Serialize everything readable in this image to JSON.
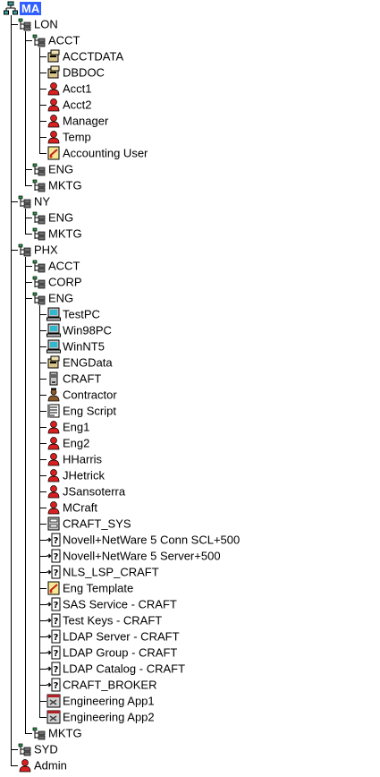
{
  "tree": [
    {
      "label": "MA",
      "icon": "tree-root-icon",
      "selected": true
    },
    {
      "label": "LON",
      "icon": "org-unit-icon"
    },
    {
      "label": "ACCT",
      "icon": "org-unit-icon"
    },
    {
      "label": "ACCTDATA",
      "icon": "volume-icon"
    },
    {
      "label": "DBDOC",
      "icon": "volume-icon"
    },
    {
      "label": "Acct1",
      "icon": "user-icon"
    },
    {
      "label": "Acct2",
      "icon": "user-icon"
    },
    {
      "label": "Manager",
      "icon": "user-icon"
    },
    {
      "label": "Temp",
      "icon": "user-icon"
    },
    {
      "label": "Accounting User",
      "icon": "template-icon"
    },
    {
      "label": "ENG",
      "icon": "org-unit-icon"
    },
    {
      "label": "MKTG",
      "icon": "org-unit-icon"
    },
    {
      "label": "NY",
      "icon": "org-unit-icon"
    },
    {
      "label": "ENG",
      "icon": "org-unit-icon"
    },
    {
      "label": "MKTG",
      "icon": "org-unit-icon"
    },
    {
      "label": "PHX",
      "icon": "org-unit-icon"
    },
    {
      "label": "ACCT",
      "icon": "org-unit-icon"
    },
    {
      "label": "CORP",
      "icon": "org-unit-icon"
    },
    {
      "label": "ENG",
      "icon": "org-unit-icon"
    },
    {
      "label": "TestPC",
      "icon": "workstation-icon"
    },
    {
      "label": "Win98PC",
      "icon": "workstation-icon"
    },
    {
      "label": "WinNT5",
      "icon": "workstation-icon"
    },
    {
      "label": "ENGData",
      "icon": "volume-icon"
    },
    {
      "label": "CRAFT",
      "icon": "server-icon"
    },
    {
      "label": "Contractor",
      "icon": "organizational-role-icon"
    },
    {
      "label": "Eng Script",
      "icon": "script-icon"
    },
    {
      "label": "Eng1",
      "icon": "user-icon"
    },
    {
      "label": "Eng2",
      "icon": "user-icon"
    },
    {
      "label": "HHarris",
      "icon": "user-icon"
    },
    {
      "label": "JHetrick",
      "icon": "user-icon"
    },
    {
      "label": "JSansoterra",
      "icon": "user-icon"
    },
    {
      "label": "MCraft",
      "icon": "user-icon"
    },
    {
      "label": "CRAFT_SYS",
      "icon": "sys-volume-icon"
    },
    {
      "label": "Novell+NetWare 5 Conn SCL+500",
      "icon": "unknown-object-icon"
    },
    {
      "label": "Novell+NetWare 5 Server+500",
      "icon": "unknown-object-icon"
    },
    {
      "label": "NLS_LSP_CRAFT",
      "icon": "unknown-object-icon"
    },
    {
      "label": "Eng Template",
      "icon": "template-icon"
    },
    {
      "label": "SAS Service - CRAFT",
      "icon": "unknown-object-icon"
    },
    {
      "label": "Test Keys - CRAFT",
      "icon": "unknown-object-icon"
    },
    {
      "label": "LDAP Server - CRAFT",
      "icon": "unknown-object-icon"
    },
    {
      "label": "LDAP Group - CRAFT",
      "icon": "unknown-object-icon"
    },
    {
      "label": "LDAP Catalog - CRAFT",
      "icon": "unknown-object-icon"
    },
    {
      "label": "CRAFT_BROKER",
      "icon": "unknown-object-icon"
    },
    {
      "label": "Engineering App1",
      "icon": "application-icon"
    },
    {
      "label": "Engineering App2",
      "icon": "application-icon"
    },
    {
      "label": "MKTG",
      "icon": "org-unit-icon"
    },
    {
      "label": "SYD",
      "icon": "org-unit-icon"
    },
    {
      "label": "Admin",
      "icon": "user-icon"
    }
  ]
}
